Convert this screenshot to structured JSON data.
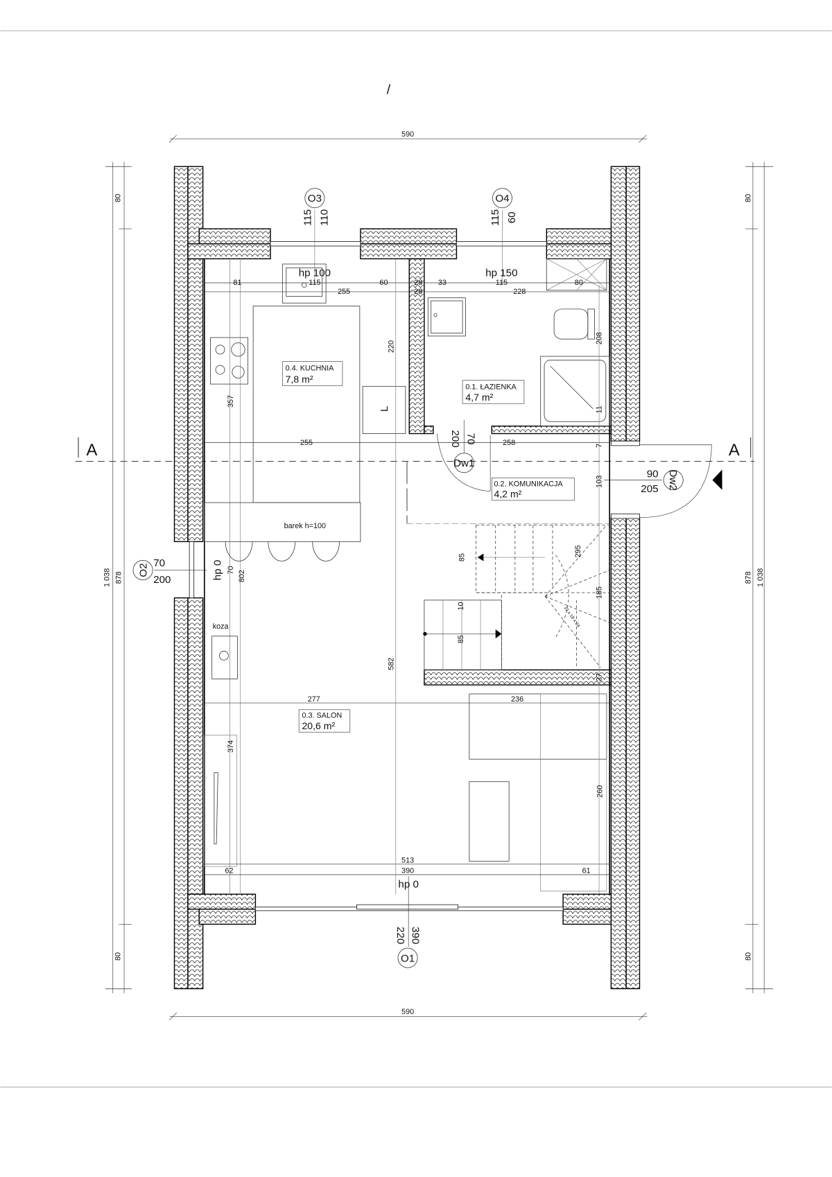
{
  "drawing": {
    "corner_mark": "/",
    "section_labels": [
      "A",
      "A"
    ],
    "overall": {
      "top": "590",
      "bottom": "590"
    },
    "left_dims": {
      "top": "80",
      "total": "1 038",
      "inner": "878",
      "bottom": "80"
    },
    "right_dims": {
      "top": "80",
      "total": "1 038",
      "inner": "878",
      "bottom": "80"
    }
  },
  "rooms": [
    {
      "name": "0.4. KUCHNIA",
      "area": "7,8 m²"
    },
    {
      "name": "0.1. ŁAZIENKA",
      "area": "4,7 m²"
    },
    {
      "name": "0.2. KOMUNIKACJA",
      "area": "4,2 m²"
    },
    {
      "name": "0.3. SALON",
      "area": "20,6 m²"
    }
  ],
  "openings": {
    "O3": {
      "tag": "O3",
      "width": "115",
      "height": "110",
      "sill": "hp 100"
    },
    "O4": {
      "tag": "O4",
      "width": "115",
      "height": "60",
      "sill": "hp 150"
    },
    "O2": {
      "tag": "O2",
      "width": "70",
      "height": "200",
      "sill": "hp 0",
      "dim": "70"
    },
    "O1": {
      "tag": "O1",
      "width": "390",
      "height": "220",
      "sill": "hp 0"
    },
    "Dw1": {
      "tag": "Dw1",
      "width": "70",
      "height": "200"
    },
    "Dw2": {
      "tag": "Dw2",
      "width": "90",
      "height": "205"
    }
  },
  "kitchen_dims": [
    "81",
    "115",
    "60",
    "28",
    "255",
    "28",
    "220",
    "357",
    "255"
  ],
  "bathroom_dims": [
    "33",
    "115",
    "80",
    "228",
    "208",
    "11"
  ],
  "hall_dims": [
    "258",
    "7",
    "103"
  ],
  "stair_dims": [
    "85",
    "295",
    "185",
    "10",
    "85",
    "10 x 18 x 24",
    "27"
  ],
  "salon_dims": [
    "582",
    "802",
    "277",
    "236",
    "374",
    "260",
    "513",
    "62",
    "390",
    "61"
  ],
  "furniture": {
    "bar": "barek h=100",
    "stove": "koza",
    "counter_mark": "L"
  }
}
